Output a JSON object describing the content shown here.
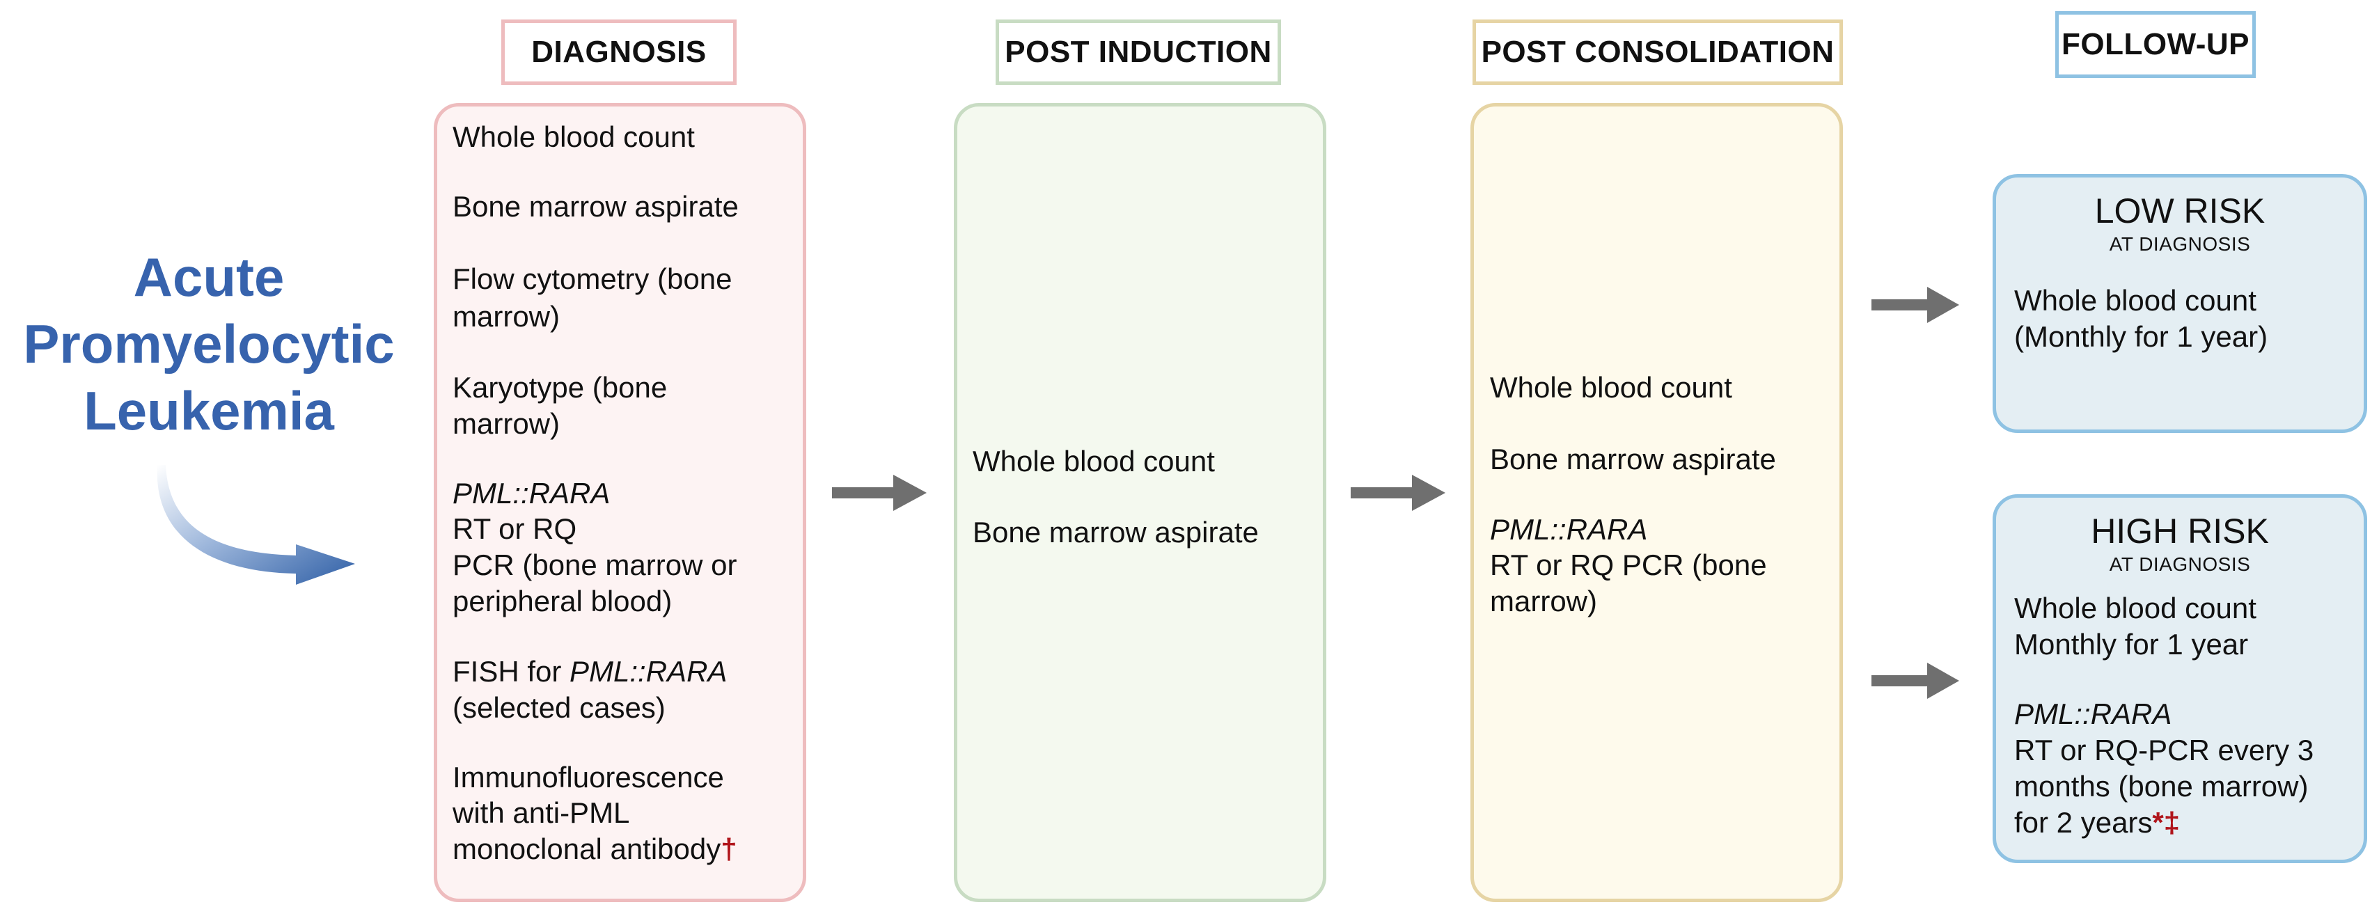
{
  "title": {
    "line1": "Acute",
    "line2": "Promyelocytic",
    "line3": "Leukemia"
  },
  "stages": {
    "diagnosis": {
      "header": "DIAGNOSIS",
      "items": {
        "wbc": "Whole blood count",
        "bma": "Bone marrow aspirate",
        "flow_1": "Flow cytometry (bone",
        "flow_2": "marrow)",
        "karyo_1": "Karyotype (bone",
        "karyo_2": "marrow)",
        "pml": "PML::RARA",
        "rt": "RT or RQ",
        "pcr_1": "PCR (bone marrow or",
        "pcr_2": "peripheral blood)",
        "fish_prefix": "FISH for ",
        "fish_pml": "PML::RARA",
        "fish_2": "(selected cases)",
        "immuno_1": "Immunofluorescence",
        "immuno_2": "with anti-PML",
        "immuno_3": "monoclonal antibody",
        "dagger": "†"
      }
    },
    "post_induction": {
      "header": "POST INDUCTION",
      "items": {
        "wbc": "Whole blood count",
        "bma": "Bone marrow aspirate"
      }
    },
    "post_consolidation": {
      "header": "POST CONSOLIDATION",
      "items": {
        "wbc": "Whole blood count",
        "bma": "Bone marrow aspirate",
        "pml": "PML::RARA",
        "rt_1": "RT or RQ PCR (bone",
        "rt_2": "marrow)"
      }
    },
    "follow_up": {
      "header": "FOLLOW-UP",
      "low_risk": {
        "title": "LOW RISK",
        "subtitle": "AT DIAGNOSIS",
        "line1": "Whole blood count",
        "line2": "(Monthly for 1 year)"
      },
      "high_risk": {
        "title": "HIGH RISK",
        "subtitle": "AT DIAGNOSIS",
        "line1": "Whole blood count",
        "line2": "Monthly for 1 year",
        "pml": "PML::RARA",
        "line3": "RT or RQ-PCR every 3",
        "line4": "months (bone marrow)",
        "line5": "for 2 years",
        "marks": "*‡"
      }
    }
  },
  "colors": {
    "diagnosis_border": "#eebcbe",
    "diagnosis_fill": "#fdf3f3",
    "induction_border": "#c8dcc3",
    "induction_fill": "#f4f9ef",
    "consolidation_border": "#e6d4a4",
    "consolidation_fill": "#fefaec",
    "followup_border": "#8ec2e3",
    "followup_fill": "#e4eef3",
    "title": "#3763ad",
    "arrow": "#6f6f6f",
    "dagger": "#b0151b"
  }
}
